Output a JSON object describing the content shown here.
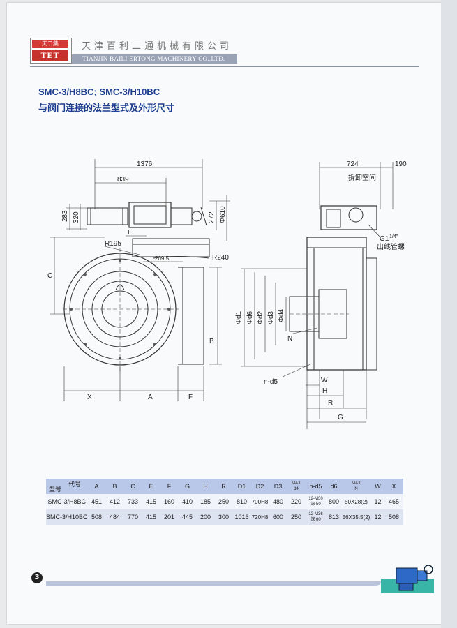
{
  "header": {
    "logo_top": "天二集",
    "logo_bottom": "TET",
    "company_cn": "天津百利二通机械有限公司",
    "company_en": "TIANJIN BAILI ERTONG MACHINERY CO.,LTD."
  },
  "title": {
    "models": "SMC-3/H8BC; SMC-3/H10BC",
    "subtitle": "与阀门连接的法兰型式及外形尺寸"
  },
  "drawing": {
    "d1376": "1376",
    "d839": "839",
    "d283": "283",
    "d320": "320",
    "d272": "272",
    "d610": "Φ610",
    "E": "E",
    "R195": "R195",
    "d209": "209.5",
    "R240": "R240",
    "C": "C",
    "B": "B",
    "X": "X",
    "A": "A",
    "F": "F",
    "d724": "724",
    "d190": "190",
    "remove_space": "拆卸空间",
    "G1": "G1",
    "G1_sup": "1/4\"",
    "cable": "出线管螺",
    "phid1": "Φd1",
    "phid6": "Φd6",
    "phid2": "Φd2",
    "phid3": "Φd3",
    "phid4": "Φd4",
    "N": "N",
    "nd5": "n-d5",
    "W": "W",
    "H": "H",
    "R": "R",
    "G": "G"
  },
  "table": {
    "corner_top": "代号",
    "corner_bottom": "型号",
    "cols": [
      "A",
      "B",
      "C",
      "E",
      "F",
      "G",
      "H",
      "R",
      "D1",
      "D2",
      "D3"
    ],
    "max_top": "MAX",
    "max_d4": "d4",
    "col_nd5": "n-d5",
    "col_d6": "d6",
    "max_n": "N",
    "col_W": "W",
    "col_X": "X",
    "rows": [
      {
        "model": "SMC-3/H8BC",
        "vals": [
          "451",
          "412",
          "733",
          "415",
          "160",
          "410",
          "185",
          "250",
          "810",
          "700H8",
          "480"
        ],
        "d4": "220",
        "nd5_a": "12-M30",
        "nd5_b": "深 50",
        "d6": "800",
        "N": "50X28(2)",
        "W": "12",
        "X": "465"
      },
      {
        "model": "SMC-3/H10BC",
        "vals": [
          "508",
          "484",
          "770",
          "415",
          "201",
          "445",
          "200",
          "300",
          "1016",
          "720H8",
          "600"
        ],
        "d4": "250",
        "nd5_a": "12-M36",
        "nd5_b": "深 60",
        "d6": "813",
        "N": "56X35.5(2)",
        "W": "12",
        "X": "508"
      }
    ]
  },
  "footer": {
    "page": "3"
  }
}
